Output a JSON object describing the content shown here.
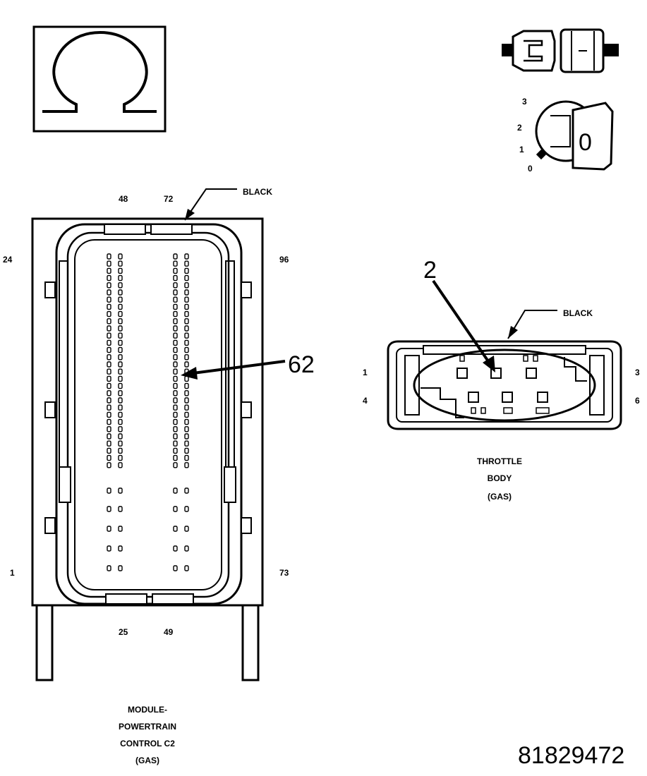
{
  "icons": {
    "ohmmeter": "omega-icon",
    "connector": "connector-disconnect-icon",
    "ignition": "ignition-key-icon"
  },
  "ignition_switch": {
    "positions": [
      "3",
      "2",
      "1",
      "0"
    ],
    "key_label": "0"
  },
  "pcm_connector": {
    "color_label": "BLACK",
    "pin_labels": {
      "top_left": "48",
      "top_right": "72",
      "left_top": "24",
      "right_top": "96",
      "left_bottom": "1",
      "right_bottom": "73",
      "bottom_left": "25",
      "bottom_right": "49"
    },
    "callout_pin": "62",
    "caption": [
      "MODULE-",
      "POWERTRAIN",
      "CONTROL C2",
      "(GAS)"
    ]
  },
  "throttle_connector": {
    "color_label": "BLACK",
    "callout_pin": "2",
    "pin_labels": {
      "left_top": "1",
      "left_bottom": "4",
      "right_top": "3",
      "right_bottom": "6"
    },
    "caption": [
      "THROTTLE",
      "BODY",
      "(GAS)"
    ]
  },
  "figure_id": "81829472"
}
